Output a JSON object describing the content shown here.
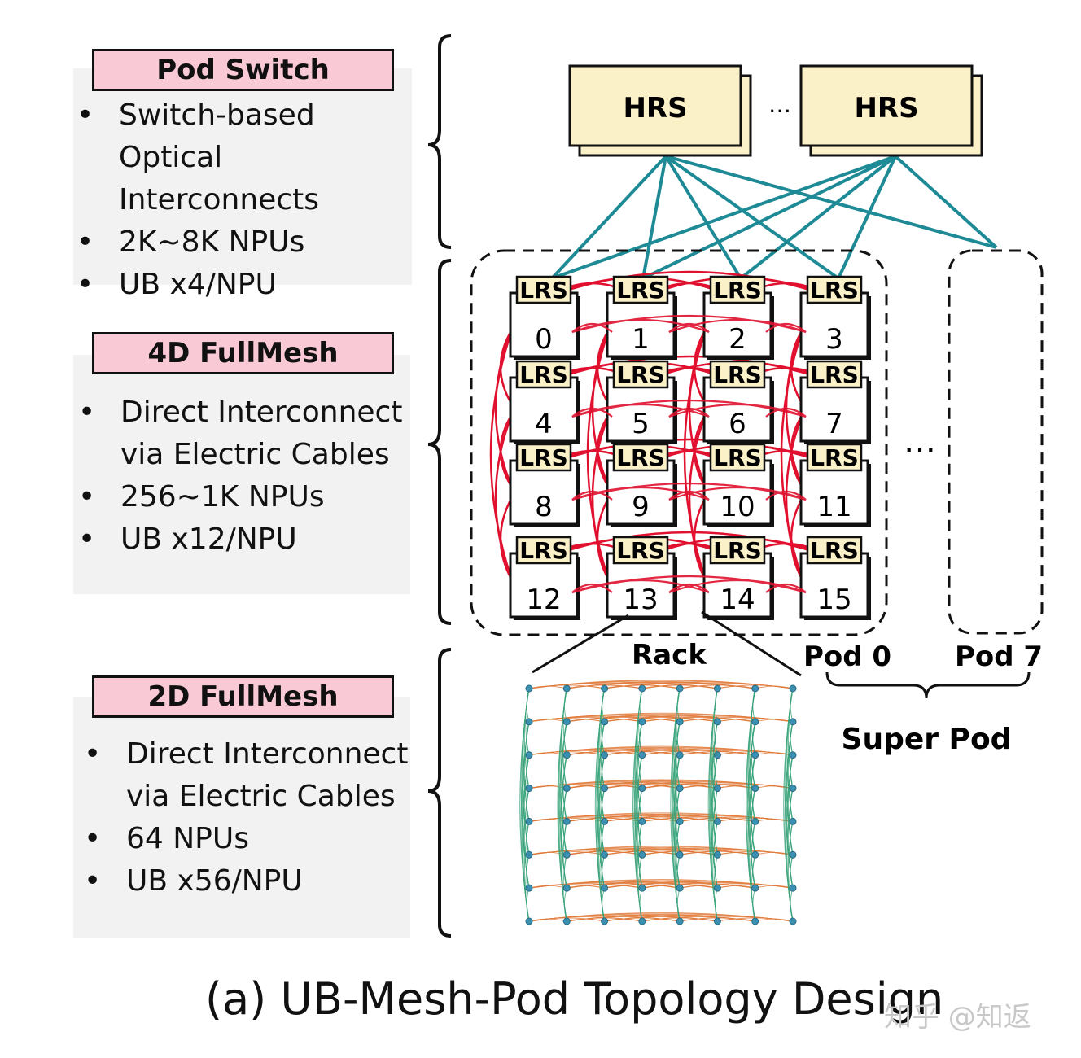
{
  "tiers": [
    {
      "title": "Pod Switch",
      "items": [
        "Switch-based Optical Interconnects",
        "2K~8K NPUs",
        "UB x4/NPU"
      ]
    },
    {
      "title": "4D FullMesh",
      "items": [
        "Direct Interconnect via Electric Cables",
        "256~1K NPUs",
        "UB x12/NPU"
      ]
    },
    {
      "title": "2D FullMesh",
      "items": [
        "Direct Interconnect via Electric Cables",
        "64 NPUs",
        "UB x56/NPU"
      ]
    }
  ],
  "hrs_label": "HRS",
  "hrs_ellipsis": "…",
  "lrs_label": "LRS",
  "rack_ids": [
    "0",
    "1",
    "2",
    "3",
    "4",
    "5",
    "6",
    "7",
    "8",
    "9",
    "10",
    "11",
    "12",
    "13",
    "14",
    "15"
  ],
  "pod_ellipsis": "…",
  "labels": {
    "rack": "Rack",
    "pod0": "Pod 0",
    "pod7": "Pod 7",
    "super_pod": "Super Pod"
  },
  "caption": "(a) UB-Mesh-Pod Topology Design",
  "watermark": "知乎 @知返",
  "colors": {
    "optical_link": "#1e8a96",
    "electric_link": "#e0102e",
    "hrs_fill": "#fbf1c8",
    "title_fill": "#f9c9d6",
    "mesh_h": "#e07b3c",
    "mesh_v": "#3aa37a",
    "node": "#3b8fb0"
  }
}
